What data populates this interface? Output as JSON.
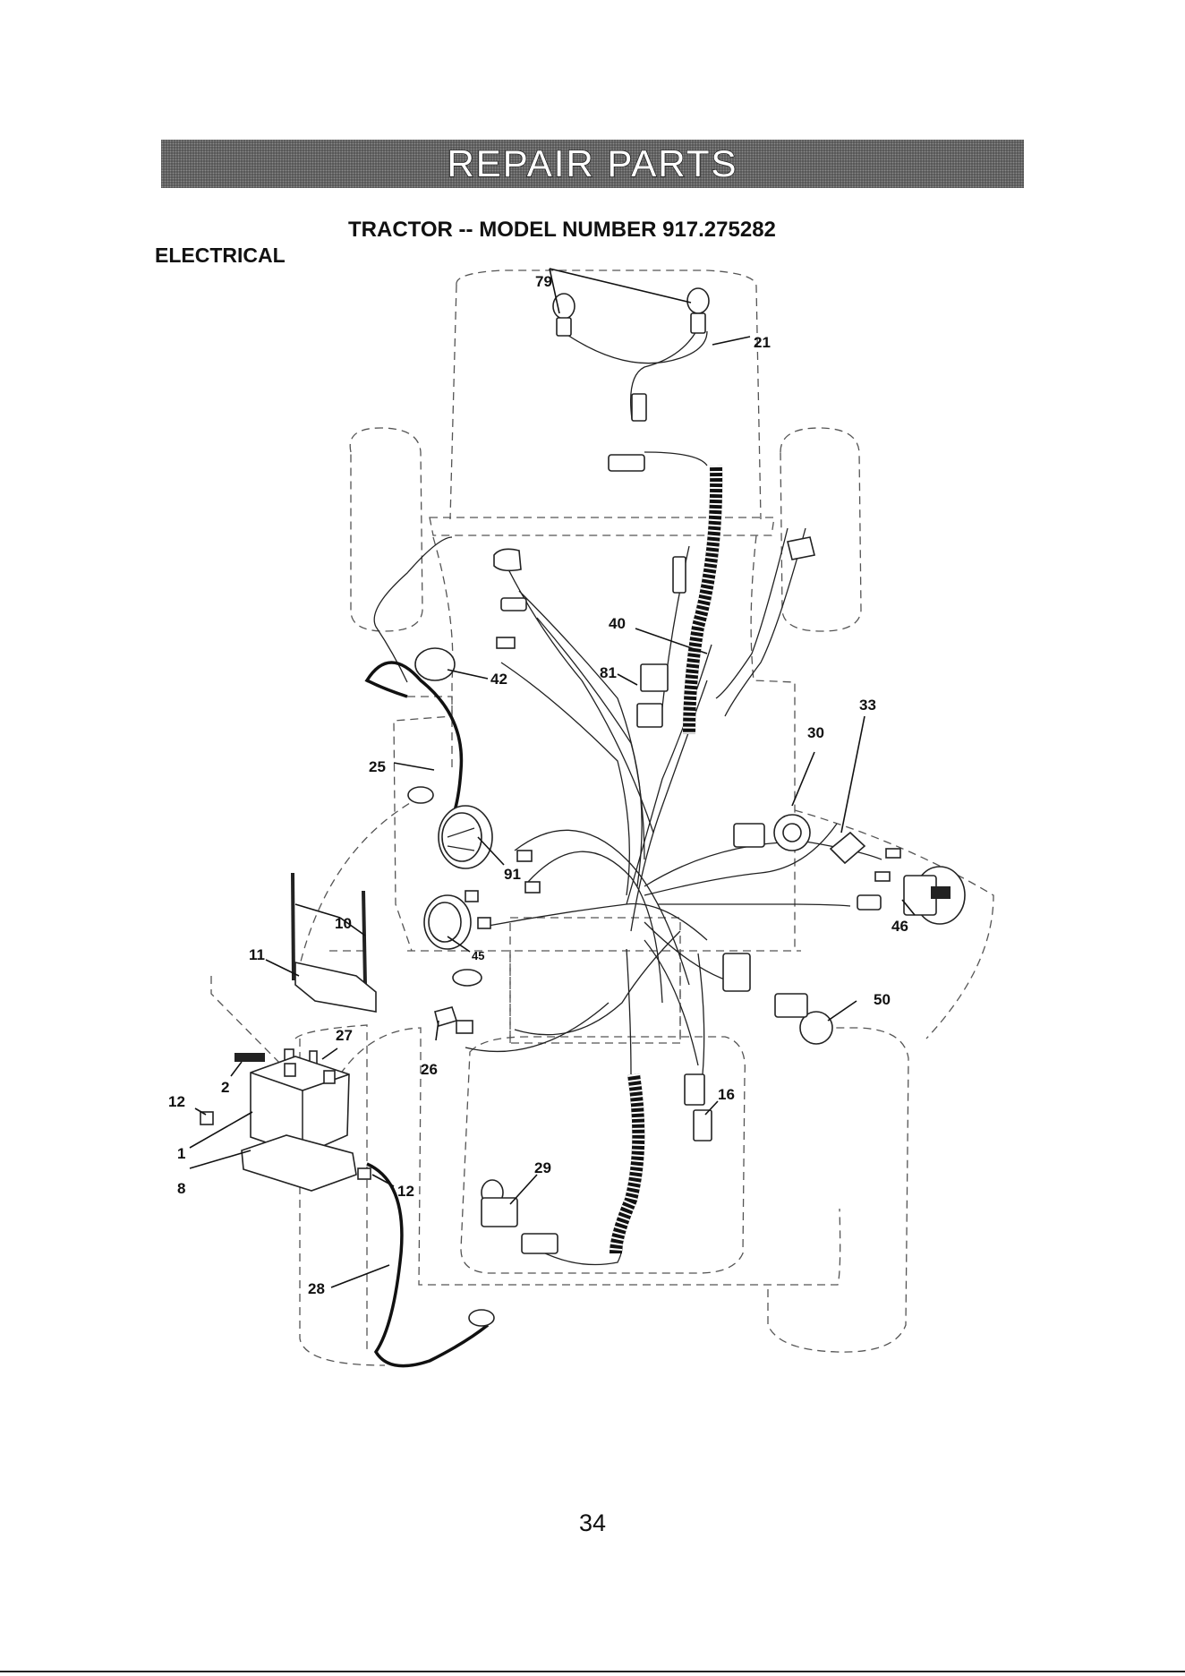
{
  "header": {
    "banner": "REPAIR PARTS"
  },
  "title": "TRACTOR -- MODEL NUMBER 917.275282",
  "section": "ELECTRICAL",
  "callouts": [
    "79",
    "21",
    "40",
    "42",
    "81",
    "25",
    "30",
    "33",
    "91",
    "10",
    "11",
    "46",
    "45",
    "27",
    "26",
    "16",
    "50",
    "12",
    "2",
    "1",
    "8",
    "12",
    "29",
    "28"
  ],
  "page_number": "34"
}
